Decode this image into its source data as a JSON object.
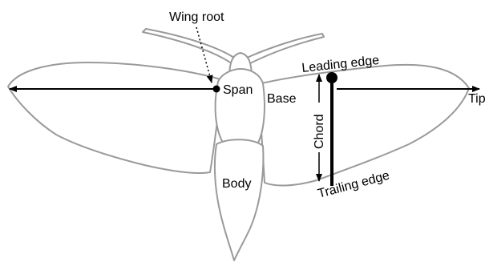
{
  "labels": {
    "wing_root": "Wing root",
    "span": "Span",
    "base": "Base",
    "tip": "Tip",
    "leading_edge": "Leading edge",
    "chord": "Chord",
    "trailing_edge": "Trailing edge",
    "body": "Body"
  },
  "colors": {
    "outline": "#9a9a9a",
    "ink": "#000000",
    "background": "#ffffff"
  }
}
